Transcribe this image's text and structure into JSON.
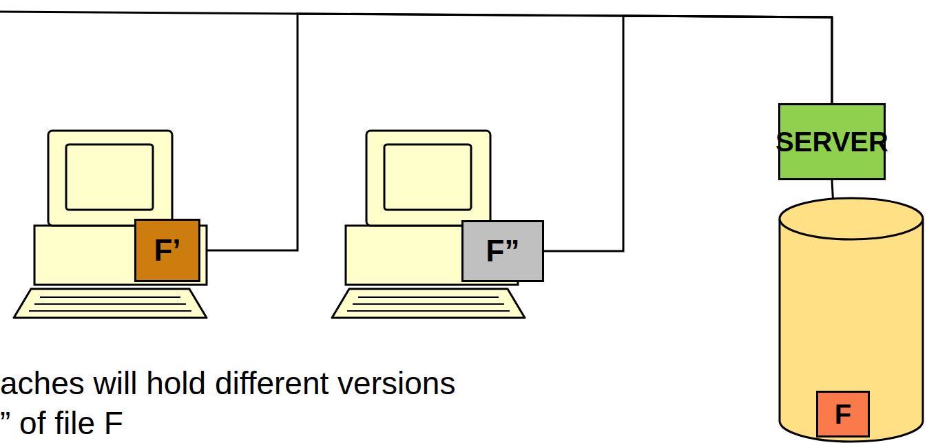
{
  "diagram": {
    "nodes": [
      {
        "text": [
          "F’"
        ]
      },
      {
        "text": [
          "F”"
        ]
      },
      {
        "text": [
          "SERVER"
        ]
      },
      {
        "text": [
          "F"
        ]
      }
    ],
    "edges": [
      {
        "from": 0,
        "to": 2,
        "arrow": "none"
      },
      {
        "from": 1,
        "to": 2,
        "arrow": "none"
      },
      {
        "from": 2,
        "to": 3,
        "arrow": "none"
      }
    ],
    "labels": [
      "aches will hold different versions",
      "” of file F"
    ]
  }
}
